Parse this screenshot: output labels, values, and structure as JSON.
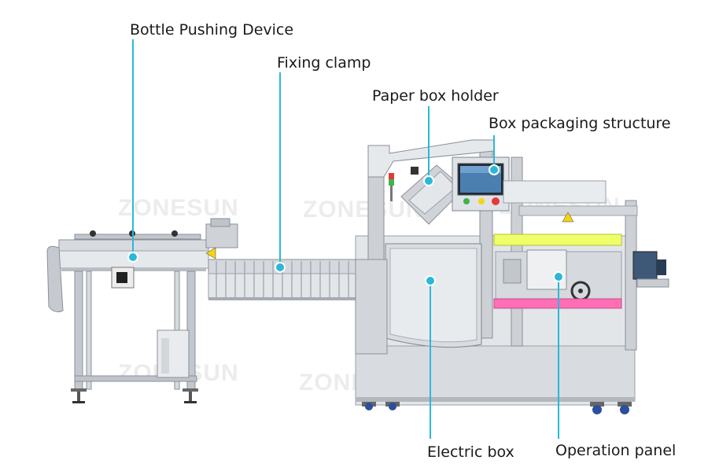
{
  "watermark": "ZONESUN",
  "labels": {
    "bottle_pushing": "Bottle Pushing Device",
    "fixing_clamp": "Fixing clamp",
    "paper_box_holder": "Paper box holder",
    "box_packaging": "Box packaging structure",
    "electric_box": "Electric box",
    "operation_panel": "Operation panel"
  },
  "colors": {
    "leader": "#2bb8d8",
    "marker": "#2bb8d8",
    "steel": "#cfd3d8",
    "steel_dark": "#8a9098",
    "yellow_band": "#eeff6a",
    "pink_band": "#ff6fb5",
    "screen": "#4b7fb0"
  }
}
